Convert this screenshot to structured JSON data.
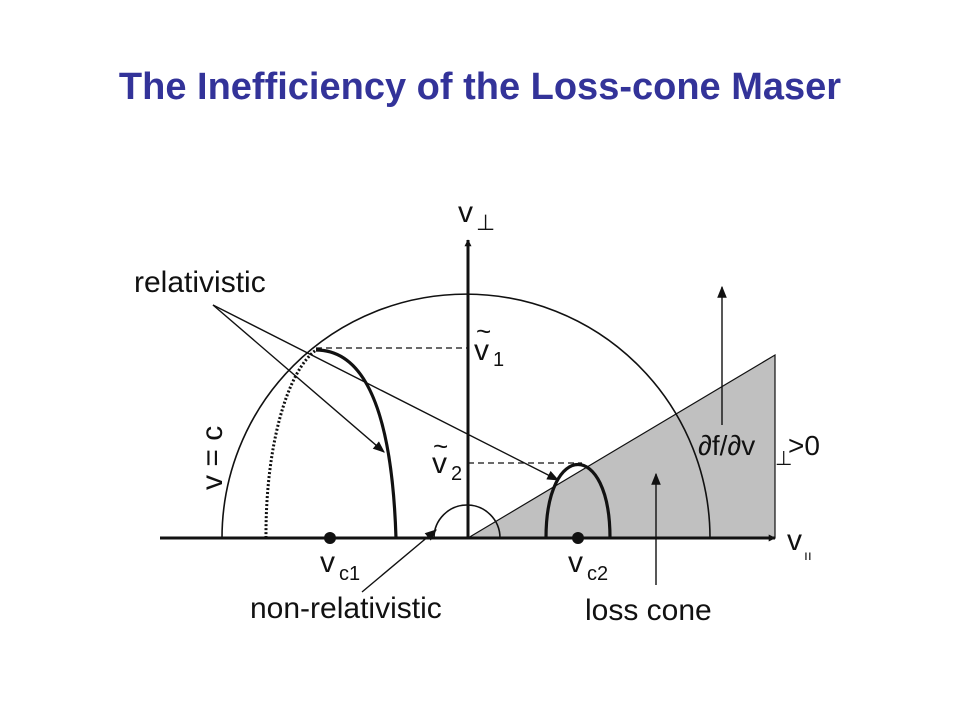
{
  "title": "The Inefficiency of the Loss-cone Maser",
  "colors": {
    "title": "#333399",
    "shade": "#c0c0c0",
    "ink": "#111111"
  },
  "labels": {
    "v_perp": "v",
    "perp_symbol": "⊥",
    "v_par": "v",
    "par_symbol": "ıı",
    "relativistic": "relativistic",
    "non_relativistic": "non-relativistic",
    "v_eq_c": "v = c",
    "v1": "v",
    "v1_sub": "1",
    "v2": "v",
    "v2_sub": "2",
    "tilde": "~",
    "vc1": "v",
    "vc1_sub": "c1",
    "vc2": "v",
    "vc2_sub": "c2",
    "loss_cone": "loss cone",
    "grad_a": "∂f/∂v",
    "grad_b": ">0"
  }
}
